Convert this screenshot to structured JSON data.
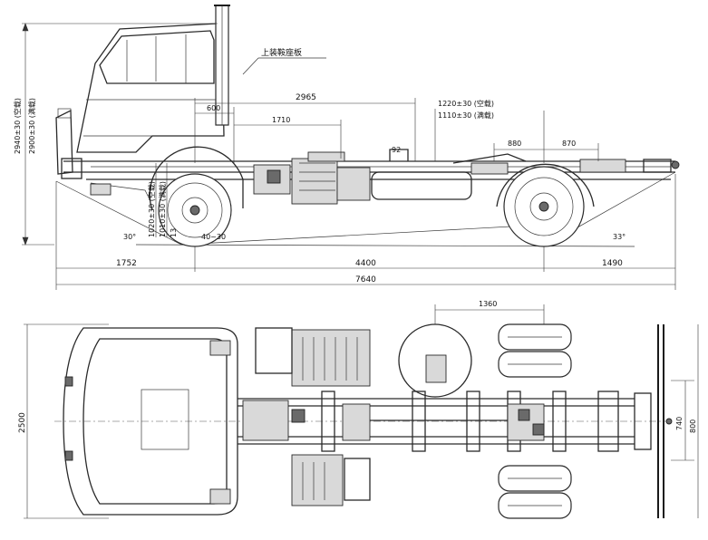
{
  "labels": {
    "mount_plate": "上装鞍座板",
    "height_a": "2940±30 (空载)",
    "height_b": "2900±30 (满载)",
    "frame_h_a": "1220±30 (空载)",
    "frame_h_b": "1110±30 (满载)",
    "front_h_a": "1020±30 (空载)",
    "front_h_b": "1010±30 (满载)",
    "small_v": "13",
    "clearance": "40~30",
    "dim_2965": "2965",
    "dim_600": "600",
    "dim_1710": "1710",
    "dim_880": "880",
    "dim_870": "870",
    "dim_1752": "1752",
    "dim_4400": "4400",
    "dim_1490": "1490",
    "dim_7640": "7640",
    "dim_2500": "2500",
    "dim_1360": "1360",
    "dim_740": "740",
    "dim_800": "800",
    "angle_front": "30°",
    "angle_rear": "33°",
    "mark_92": "92"
  }
}
